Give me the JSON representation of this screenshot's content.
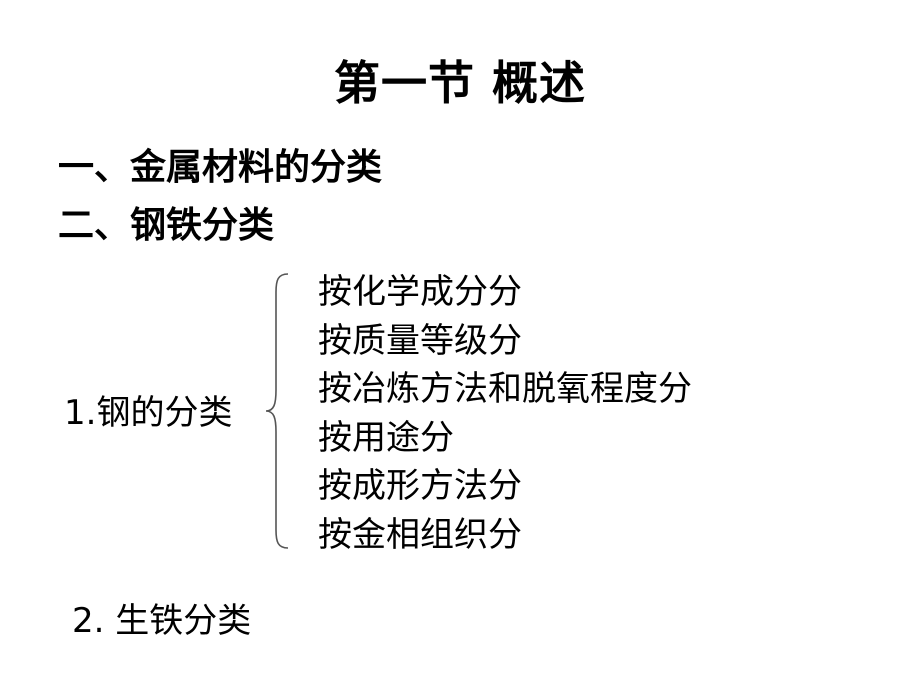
{
  "slide": {
    "title": "第一节 概述",
    "headings": [
      "一、金属材料的分类",
      "二、钢铁分类"
    ],
    "steel_classification": {
      "label": "1.钢的分类",
      "brace_icon": "curly-brace",
      "items": [
        "按化学成分分",
        "按质量等级分",
        "按冶炼方法和脱氧程度分",
        "按用途分",
        "按成形方法分",
        "按金相组织分"
      ]
    },
    "pig_iron_classification": {
      "label": "2. 生铁分类"
    },
    "colors": {
      "background": "#ffffff",
      "text": "#000000"
    }
  }
}
